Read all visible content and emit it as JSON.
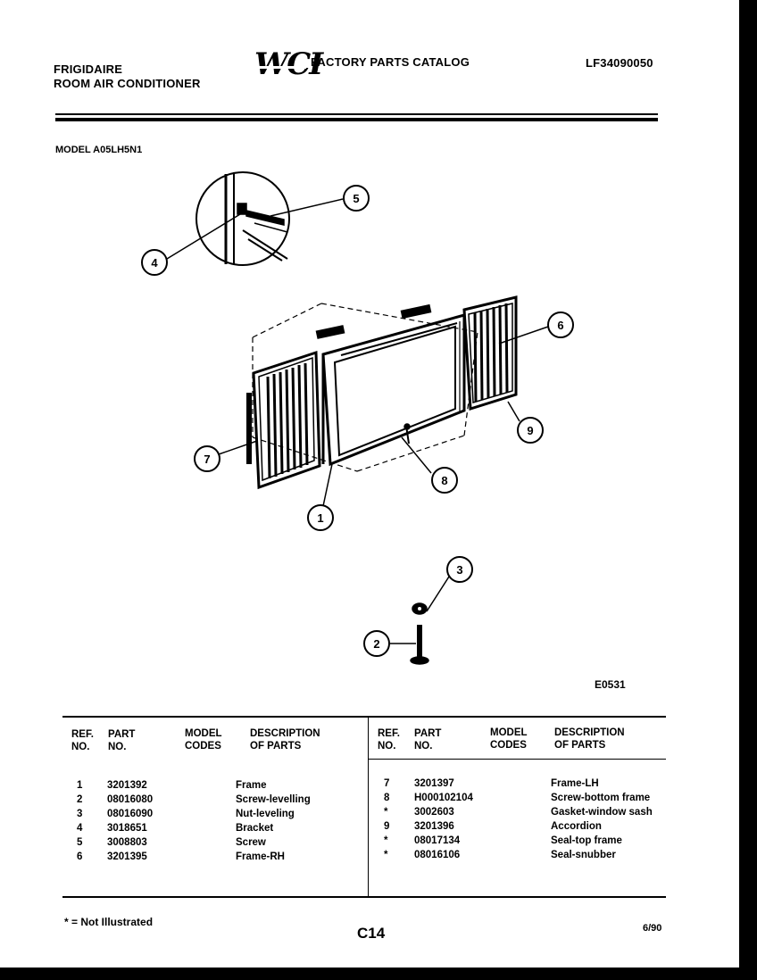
{
  "header": {
    "brand": "FRIGIDAIRE",
    "product": "ROOM AIR CONDITIONER",
    "logo": "WCI",
    "catalog_title": "FACTORY PARTS CATALOG",
    "catalog_no": "LF34090050"
  },
  "model": "MODEL A05LH5N1",
  "diagram": {
    "code": "E0531",
    "callouts": [
      "1",
      "2",
      "3",
      "4",
      "5",
      "6",
      "7",
      "8",
      "9"
    ]
  },
  "table": {
    "headers": {
      "ref": [
        "REF.",
        "NO."
      ],
      "part": [
        "PART",
        "NO."
      ],
      "model": [
        "MODEL",
        "CODES"
      ],
      "desc": [
        "DESCRIPTION",
        "OF PARTS"
      ]
    },
    "left_rows": [
      {
        "ref": "1",
        "part": "3201392",
        "model": "",
        "desc": "Frame"
      },
      {
        "ref": "2",
        "part": "08016080",
        "model": "",
        "desc": "Screw-levelling"
      },
      {
        "ref": "3",
        "part": "08016090",
        "model": "",
        "desc": "Nut-leveling"
      },
      {
        "ref": "4",
        "part": "3018651",
        "model": "",
        "desc": "Bracket"
      },
      {
        "ref": "5",
        "part": "3008803",
        "model": "",
        "desc": "Screw"
      },
      {
        "ref": "6",
        "part": "3201395",
        "model": "",
        "desc": "Frame-RH"
      }
    ],
    "right_rows": [
      {
        "ref": "7",
        "part": "3201397",
        "model": "",
        "desc": "Frame-LH"
      },
      {
        "ref": "8",
        "part": "H000102104",
        "model": "",
        "desc": "Screw-bottom frame"
      },
      {
        "ref": "*",
        "part": "3002603",
        "model": "",
        "desc": "Gasket-window sash"
      },
      {
        "ref": "9",
        "part": "3201396",
        "model": "",
        "desc": "Accordion"
      },
      {
        "ref": "*",
        "part": "08017134",
        "model": "",
        "desc": "Seal-top frame"
      },
      {
        "ref": "*",
        "part": "08016106",
        "model": "",
        "desc": "Seal-snubber"
      }
    ]
  },
  "footer": {
    "note": "* = Not Illustrated",
    "page": "C14",
    "date": "6/90"
  }
}
